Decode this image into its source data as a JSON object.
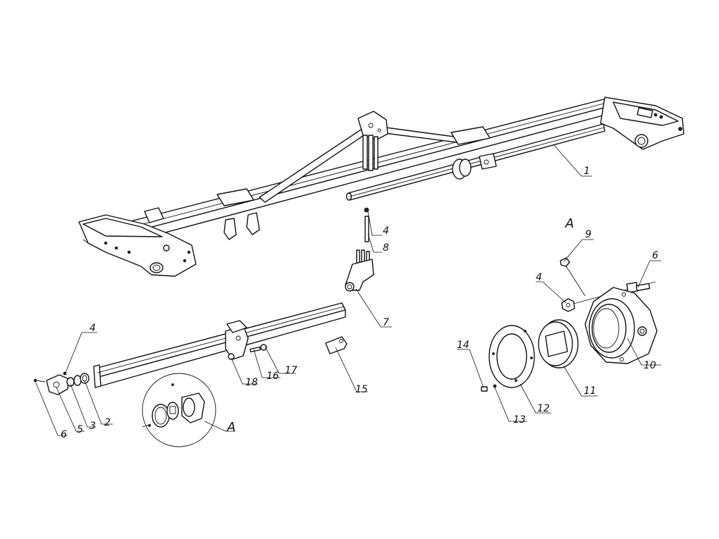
{
  "labels": {
    "l1": "1",
    "l2": "2",
    "l3": "3",
    "l4a": "4",
    "l4b": "4",
    "l4c": "4",
    "l5": "5",
    "l6a": "6",
    "l6b": "6",
    "l7": "7",
    "l8": "8",
    "l9": "9",
    "l10": "10",
    "l11": "11",
    "l12": "12",
    "l13": "13",
    "l14": "14",
    "l15": "15",
    "l16": "16",
    "l17": "17",
    "l18": "18",
    "viewA_callout": "A",
    "viewA_title": "A"
  }
}
